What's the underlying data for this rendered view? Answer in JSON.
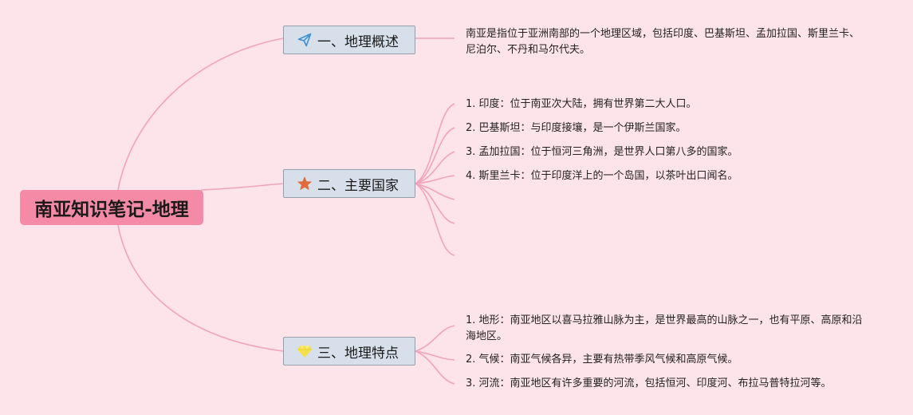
{
  "root": {
    "label": "南亚知识笔记-地理"
  },
  "branches": [
    {
      "label": "一、地理概述",
      "icon": "paper-plane-icon",
      "icon_color": "#3d8fd6",
      "items": [
        "南亚是指位于亚洲南部的一个地理区域，包括印度、巴基斯坦、孟加拉国、斯里兰卡、尼泊尔、不丹和马尔代夫。"
      ]
    },
    {
      "label": "二、主要国家",
      "icon": "star-icon",
      "icon_color": "#e06a3c",
      "items": [
        "1. 印度：位于南亚次大陆，拥有世界第二大人口。",
        "2. 巴基斯坦：与印度接壤，是一个伊斯兰国家。",
        "3. 孟加拉国：位于恒河三角洲，是世界人口第八多的国家。",
        "4. 斯里兰卡：位于印度洋上的一个岛国，以茶叶出口闻名。"
      ]
    },
    {
      "label": "三、地理特点",
      "icon": "diamond-icon",
      "icon_color": "#f5e04a",
      "items": [
        "1. 地形：南亚地区以喜马拉雅山脉为主，是世界最高的山脉之一，也有平原、高原和沿海地区。",
        "2. 气候：南亚气候各异，主要有热带季风气候和高原气候。",
        "3. 河流：南亚地区有许多重要的河流，包括恒河、印度河、布拉马普特拉河等。"
      ]
    }
  ],
  "colors": {
    "background": "#fde3ea",
    "root_fill": "#f48aa5",
    "branch_fill": "#d7e0ea",
    "branch_border": "#93a0ae",
    "connector": "#f2a3bb"
  }
}
